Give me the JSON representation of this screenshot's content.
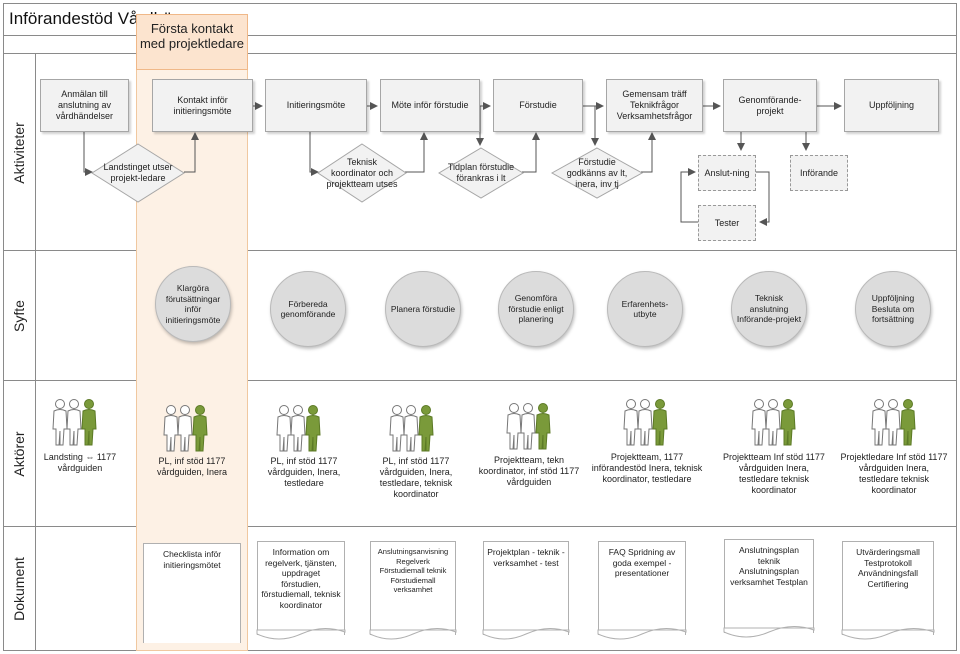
{
  "title": "Införandestöd Vårdhä",
  "highlight_header": "Första kontakt med projektledare",
  "lanes": {
    "aktiviteter": "Aktiviteter",
    "syfte": "Syfte",
    "aktorer": "Aktörer",
    "dokument": "Dokument"
  },
  "activities": {
    "a1": "Anmälan till anslutning av vårdhändelser",
    "a2": "Kontakt inför initieringsmöte",
    "a3": "Initieringsmöte",
    "a4": "Möte inför förstudie",
    "a5": "Förstudie",
    "a6": "Gemensam träff Teknikfrågor Verksamhetsfrågor",
    "a7": "Genomförande-projekt",
    "a8": "Uppföljning",
    "d1": "Landstinget utser projekt-ledare",
    "d2": "Teknisk koordinator och projektteam utses",
    "d3": "Tidplan förstudie förankras i lt",
    "d4": "Förstudie godkänns av lt, inera, inv tj",
    "s1": "Anslut-ning",
    "s2": "Införande",
    "s3": "Tester"
  },
  "purposes": [
    "Klargöra förutsättningar inför initieringsmöte",
    "Förbereda genomförande",
    "Planera förstudie",
    "Genomföra förstudie enligt planering",
    "Erfarenhets-utbyte",
    "Teknisk anslutning Införande-projekt",
    "Uppföljning Besluta om fortsättning"
  ],
  "actors": [
    "Landsting ⇔ 1177 vårdguiden",
    "PL, inf stöd 1177 vårdguiden, Inera",
    "PL, inf stöd 1177 vårdguiden, Inera, testledare",
    "PL, inf stöd 1177 vårdguiden, Inera, testledare, teknisk koordinator",
    "Projektteam, tekn koordinator, inf stöd 1177 vårdguiden",
    "Projektteam, 1177 införandestöd Inera, teknisk koordinator, testledare",
    "Projektteam Inf stöd 1177 vårdguiden Inera, testledare teknisk koordinator",
    "Projektledare Inf stöd 1177 vårdguiden Inera, testledare teknisk koordinator"
  ],
  "documents": [
    "Checklista inför initieringsmötet",
    "Information om regelverk, tjänsten, uppdraget förstudien, förstudiemall, teknisk koordinator",
    "Anslutningsanvisning Regelverk Förstudiemall teknik Förstudiemall verksamhet",
    "Projektplan - teknik - verksamhet - test",
    "FAQ Spridning av goda exempel - presentationer",
    "Anslutningsplan teknik Anslutningsplan verksamhet Testplan",
    "Utvärderingsmall Testprotokoll Användningsfall Certifiering"
  ],
  "colors": {
    "highlight": "#fdf1e5",
    "highlight_header": "#fce4cf",
    "box": "#f2f2f2",
    "circle": "#dcdcdc",
    "actor_green": "#7a9a3a",
    "border": "#8a8a8a"
  }
}
